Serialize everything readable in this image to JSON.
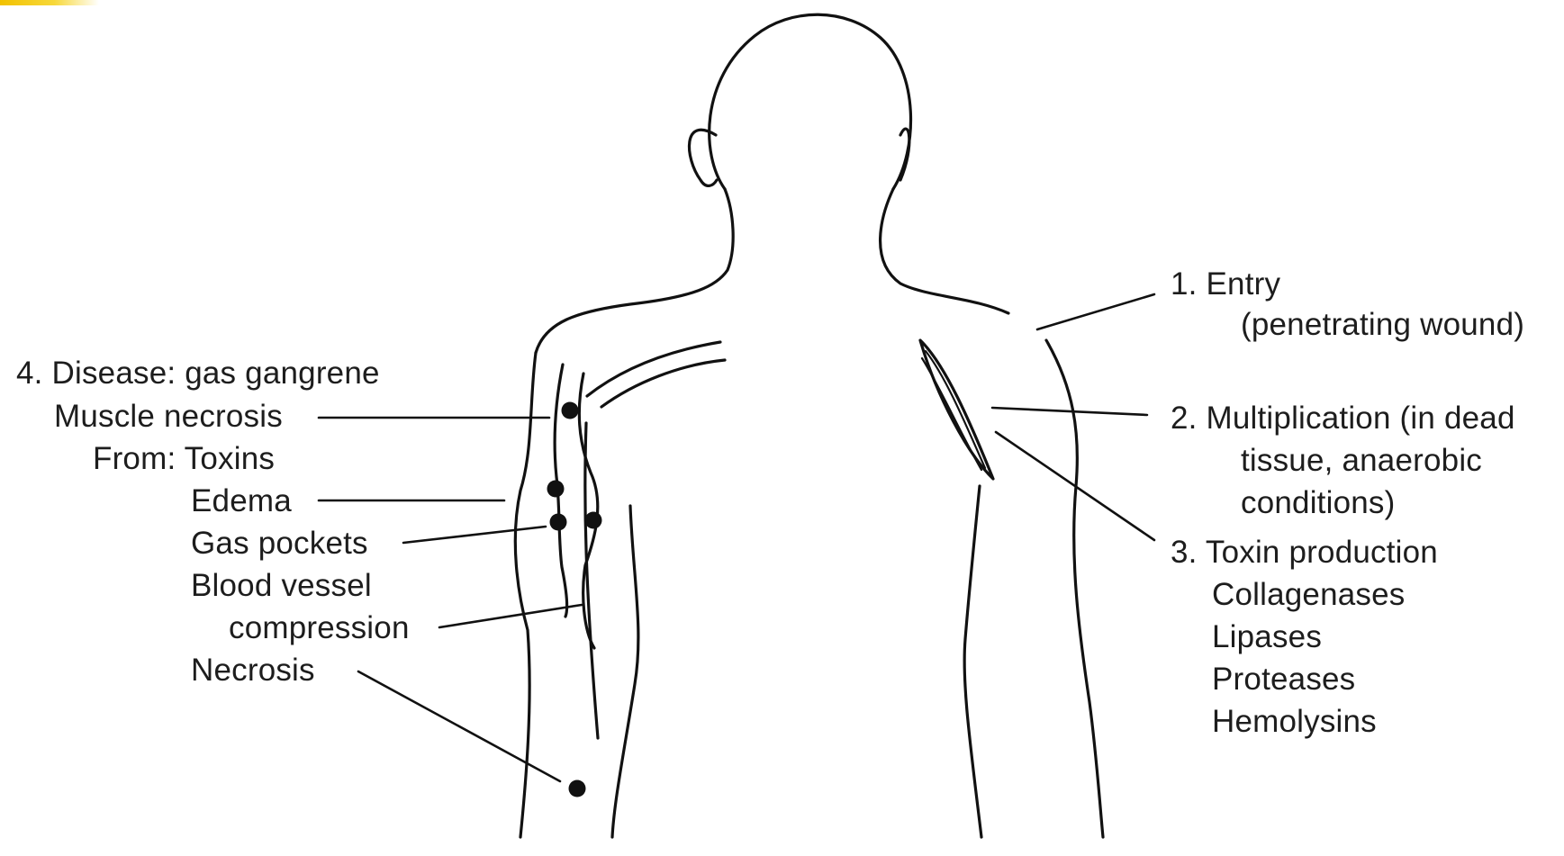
{
  "diagram": {
    "left_labels": {
      "disease_title": "4. Disease: gas gangrene",
      "muscle_necrosis": "Muscle necrosis",
      "from_toxins": "From: Toxins",
      "edema": "Edema",
      "gas_pockets": "Gas pockets",
      "blood_vessel_1": "Blood vessel",
      "blood_vessel_2": "compression",
      "necrosis": "Necrosis"
    },
    "right_labels": {
      "entry": "1. Entry",
      "entry_detail": "(penetrating wound)",
      "multiplication_1": "2. Multiplication (in dead",
      "multiplication_2": "tissue, anaerobic",
      "multiplication_3": "conditions)",
      "toxin_title": "3. Toxin production",
      "toxins": [
        "Collagenases",
        "Lipases",
        "Proteases",
        "Hemolysins"
      ]
    },
    "colors": {
      "ink": "#111111",
      "accent": "#f2c200",
      "background": "#ffffff"
    }
  }
}
